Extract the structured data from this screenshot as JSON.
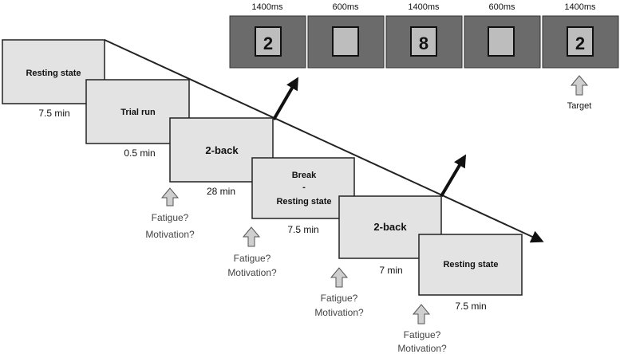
{
  "stages": [
    {
      "label": "Resting state",
      "duration": "7.5 min"
    },
    {
      "label": "Trial run",
      "duration": "0.5 min"
    },
    {
      "label": "2-back",
      "duration": "28 min"
    },
    {
      "label_lines": [
        "Break",
        "-",
        "Resting state"
      ],
      "duration": "7.5 min"
    },
    {
      "label": "2-back",
      "duration": "7 min"
    },
    {
      "label": "Resting state",
      "duration": "7.5 min"
    }
  ],
  "questions": {
    "fatigue": "Fatigue?",
    "motivation": "Motivation?"
  },
  "task_sequence": [
    {
      "time": "1400ms",
      "digit": "2"
    },
    {
      "time": "600ms",
      "digit": ""
    },
    {
      "time": "1400ms",
      "digit": "8"
    },
    {
      "time": "600ms",
      "digit": ""
    },
    {
      "time": "1400ms",
      "digit": "2"
    }
  ],
  "target_label": "Target",
  "colors": {
    "stage_fill": "#e3e3e3",
    "panel_dark": "#6b6b6b",
    "square_fill": "#bdbdbd",
    "arrow_fill": "#cfcfcf"
  }
}
